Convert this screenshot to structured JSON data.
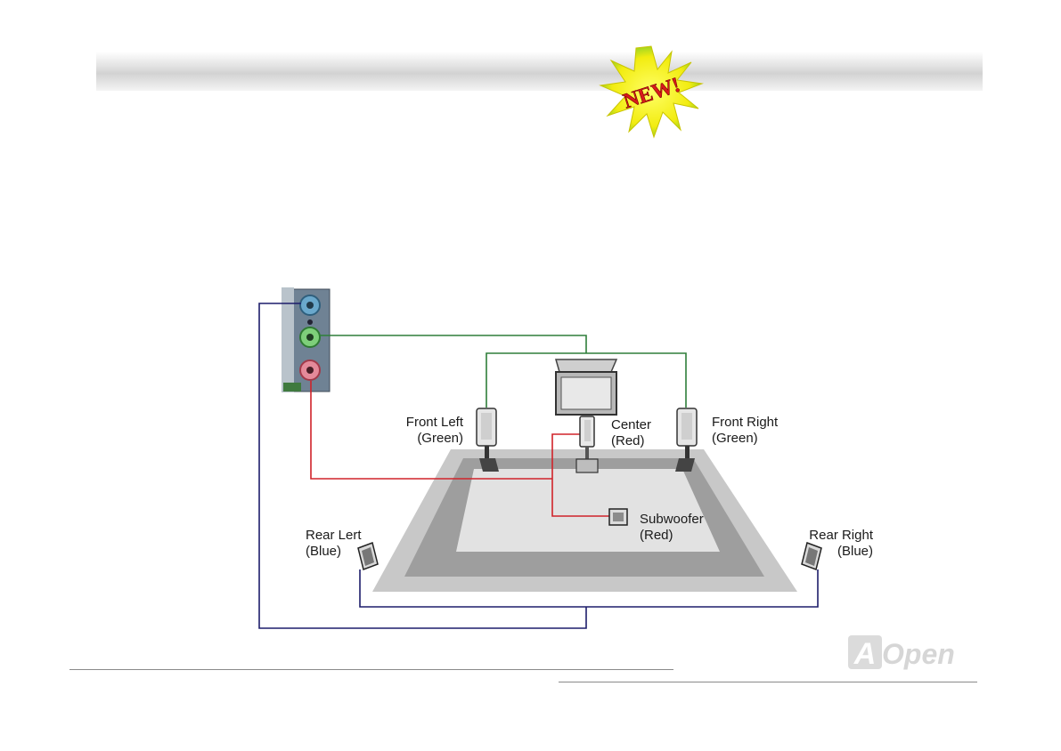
{
  "badge": {
    "text": "NEW!"
  },
  "labels": {
    "front_left": [
      "Front Left",
      "(Green)"
    ],
    "center": [
      "Center",
      "(Red)"
    ],
    "front_right": [
      "Front Right",
      "(Green)"
    ],
    "subwoofer": [
      "Subwoofer",
      "(Red)"
    ],
    "rear_left": [
      "Rear Lert",
      "(Blue)"
    ],
    "rear_right": [
      "Rear Right",
      "(Blue)"
    ]
  },
  "logo": {
    "text": "AOpen"
  },
  "colors": {
    "green_wire": "#2f7f3a",
    "red_wire": "#d0232a",
    "blue_wire": "#1d1d6b",
    "badge_star": "#f7f21a",
    "badge_text": "#d81b1b"
  }
}
